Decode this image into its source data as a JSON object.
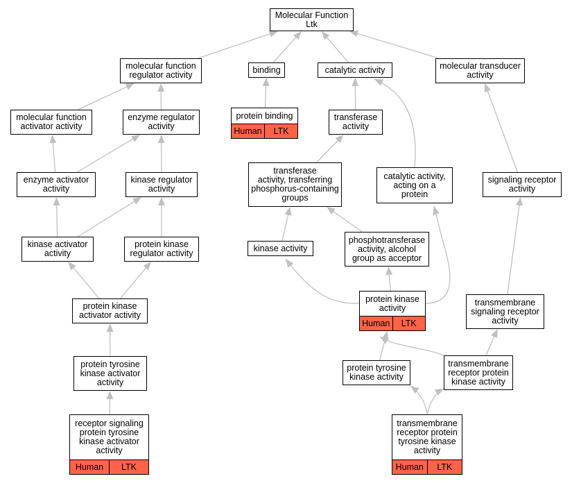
{
  "colors": {
    "annotation_fill": "#fe6347",
    "edge": "#c0c0c0",
    "border": "#000000"
  },
  "nodes": [
    {
      "id": "root",
      "label": "Molecular Function\nLtk"
    },
    {
      "id": "mfr",
      "label": "molecular function\nregulator activity"
    },
    {
      "id": "binding",
      "label": "binding"
    },
    {
      "id": "catalytic",
      "label": "catalytic activity"
    },
    {
      "id": "transducer",
      "label": "molecular transducer\nactivity"
    },
    {
      "id": "protein_binding",
      "label": "protein binding",
      "tags": [
        "Human",
        "LTK"
      ]
    },
    {
      "id": "mfa",
      "label": "molecular function\nactivator activity"
    },
    {
      "id": "enz_reg",
      "label": "enzyme regulator\nactivity"
    },
    {
      "id": "transferase",
      "label": "transferase\nactivity"
    },
    {
      "id": "transferase_p",
      "label": "transferase\nactivity, transferring\nphosphorus-containing\ngroups"
    },
    {
      "id": "cat_prot",
      "label": "catalytic activity,\nacting on a\nprotein"
    },
    {
      "id": "sig_rec",
      "label": "signaling receptor\nactivity"
    },
    {
      "id": "enz_act",
      "label": "enzyme activator\nactivity"
    },
    {
      "id": "kin_reg",
      "label": "kinase regulator\nactivity"
    },
    {
      "id": "kin_act",
      "label": "kinase activator\nactivity"
    },
    {
      "id": "pk_reg",
      "label": "protein kinase\nregulator activity"
    },
    {
      "id": "kinase",
      "label": "kinase activity"
    },
    {
      "id": "phospho",
      "label": "phosphotransferase\nactivity, alcohol\ngroup as acceptor"
    },
    {
      "id": "pk_act",
      "label": "protein kinase\nactivator activity"
    },
    {
      "id": "pk",
      "label": "protein kinase\nactivity",
      "tags": [
        "Human",
        "LTK"
      ]
    },
    {
      "id": "tm_sig",
      "label": "transmembrane\nsignaling receptor\nactivity"
    },
    {
      "id": "ptk_act",
      "label": "protein tyrosine\nkinase activator\nactivity"
    },
    {
      "id": "ptk",
      "label": "protein tyrosine\nkinase activity"
    },
    {
      "id": "tm_rpk",
      "label": "transmembrane\nreceptor protein\nkinase activity"
    },
    {
      "id": "rs_ptk_act",
      "label": "receptor signaling\nprotein tyrosine\nkinase activator\nactivity",
      "tags": [
        "Human",
        "LTK"
      ]
    },
    {
      "id": "tm_rptk",
      "label": "transmembrane\nreceptor protein\ntyrosine kinase\nactivity",
      "tags": [
        "Human",
        "LTK"
      ]
    }
  ],
  "edges": [
    [
      "mfr",
      "root"
    ],
    [
      "binding",
      "root"
    ],
    [
      "catalytic",
      "root"
    ],
    [
      "transducer",
      "root"
    ],
    [
      "protein_binding",
      "binding"
    ],
    [
      "mfa",
      "mfr"
    ],
    [
      "enz_reg",
      "mfr"
    ],
    [
      "transferase",
      "catalytic"
    ],
    [
      "cat_prot",
      "catalytic"
    ],
    [
      "transferase_p",
      "transferase"
    ],
    [
      "sig_rec",
      "transducer"
    ],
    [
      "enz_act",
      "mfa"
    ],
    [
      "enz_act",
      "enz_reg"
    ],
    [
      "kin_reg",
      "enz_reg"
    ],
    [
      "kin_act",
      "enz_act"
    ],
    [
      "kin_act",
      "kin_reg"
    ],
    [
      "pk_reg",
      "kin_reg"
    ],
    [
      "kinase",
      "transferase_p"
    ],
    [
      "phospho",
      "transferase_p"
    ],
    [
      "pk_act",
      "kin_act"
    ],
    [
      "pk_act",
      "pk_reg"
    ],
    [
      "pk",
      "kinase"
    ],
    [
      "pk",
      "phospho"
    ],
    [
      "pk",
      "cat_prot"
    ],
    [
      "tm_sig",
      "sig_rec"
    ],
    [
      "ptk_act",
      "pk_act"
    ],
    [
      "ptk",
      "pk"
    ],
    [
      "tm_rpk",
      "pk"
    ],
    [
      "tm_rpk",
      "tm_sig"
    ],
    [
      "rs_ptk_act",
      "ptk_act"
    ],
    [
      "tm_rptk",
      "ptk"
    ],
    [
      "tm_rptk",
      "tm_rpk"
    ]
  ]
}
